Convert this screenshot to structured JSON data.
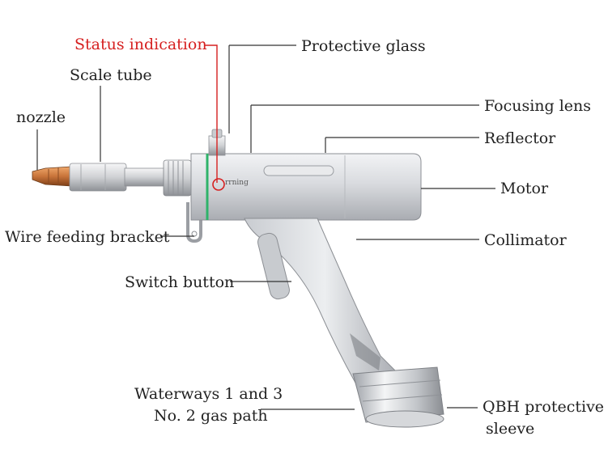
{
  "labels": {
    "status_indication": "Status indication",
    "protective_glass": "Protective glass",
    "scale_tube": "Scale tube",
    "nozzle": "nozzle",
    "focusing_lens": "Focusing lens",
    "reflector": "Reflector",
    "motor": "Motor",
    "collimator": "Collimator",
    "wire_feeding_bracket": "Wire feeding bracket",
    "switch_button": "Switch button",
    "waterways_line1": "Waterways 1 and 3",
    "waterways_line2": "No. 2 gas path",
    "qbh_line1": "QBH protective",
    "qbh_line2": "sleeve",
    "body_logo": "rrning"
  },
  "colors": {
    "status_indication": "#d62020",
    "label_text": "#222222",
    "leader_line": "#333333",
    "status_ring": "#2fb36a",
    "nozzle_copper": "#c8743a"
  }
}
